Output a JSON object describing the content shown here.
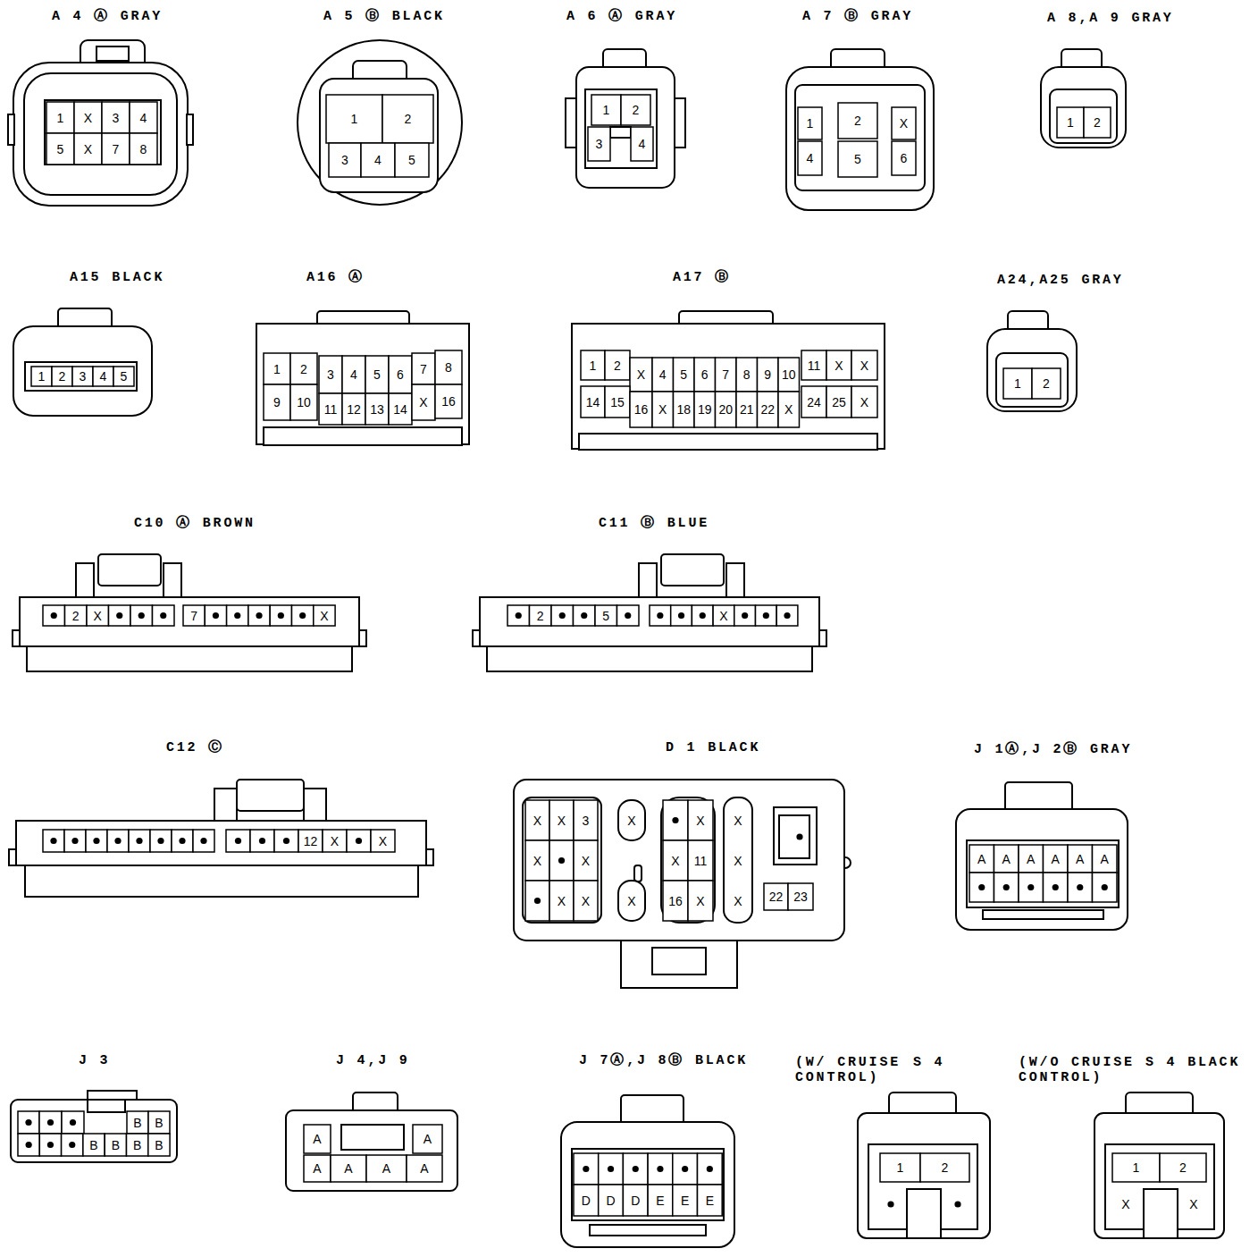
{
  "diagram": {
    "nodes": [
      {
        "text": [
          "A 4 Ⓐ GRAY",
          "1",
          "X",
          "3",
          "4",
          "5",
          "X",
          "7",
          "8"
        ]
      },
      {
        "text": [
          "A 5 Ⓑ BLACK",
          "1",
          "2",
          "3",
          "4",
          "5"
        ]
      },
      {
        "text": [
          "A 6 Ⓐ GRAY",
          "1",
          "2",
          "3",
          "4"
        ]
      },
      {
        "text": [
          "A 7 Ⓑ GRAY",
          "1",
          "2",
          "X",
          "4",
          "5",
          "6"
        ]
      },
      {
        "text": [
          "A 8,A 9 GRAY",
          "1",
          "2"
        ]
      },
      {
        "text": [
          "A15 BLACK",
          "1",
          "2",
          "3",
          "4",
          "5"
        ]
      },
      {
        "text": [
          "A16 Ⓐ",
          "1",
          "2",
          "3",
          "4",
          "5",
          "6",
          "7",
          "8",
          "9",
          "10",
          "11",
          "12",
          "13",
          "14",
          "X",
          "16"
        ]
      },
      {
        "text": [
          "A17 Ⓑ",
          "1",
          "2",
          "X",
          "4",
          "5",
          "6",
          "7",
          "8",
          "9",
          "10",
          "11",
          "X",
          "X",
          "14",
          "15",
          "16",
          "X",
          "18",
          "19",
          "20",
          "21",
          "22",
          "X",
          "24",
          "25",
          "X"
        ]
      },
      {
        "text": [
          "A24,A25 GRAY",
          "1",
          "2"
        ]
      },
      {
        "text": [
          "C10 Ⓐ BROWN",
          "2",
          "X",
          "7",
          "X"
        ]
      },
      {
        "text": [
          "C11 Ⓑ BLUE",
          "2",
          "5",
          "X"
        ]
      },
      {
        "text": [
          "C12 Ⓒ",
          "12",
          "X",
          "X"
        ]
      },
      {
        "text": [
          "D 1 BLACK",
          "X",
          "X",
          "3",
          "X",
          "X",
          "X",
          "X",
          "X",
          "X",
          "X",
          "X",
          "11",
          "16",
          "X",
          "X",
          "X",
          "X",
          "22",
          "23"
        ]
      },
      {
        "text": [
          "J 1Ⓐ,J 2Ⓑ GRAY",
          "A",
          "A",
          "A",
          "A",
          "A",
          "A"
        ]
      },
      {
        "text": [
          "J 3",
          "B",
          "B",
          "B",
          "B",
          "B",
          "B"
        ]
      },
      {
        "text": [
          "J 4,J 9",
          "A",
          "A",
          "A",
          "A",
          "A",
          "A"
        ]
      },
      {
        "text": [
          "J 7Ⓐ,J 8Ⓑ BLACK",
          "D",
          "D",
          "D",
          "E",
          "E",
          "E"
        ]
      },
      {
        "text": [
          "(W/ CRUISE CONTROL)",
          "S 4",
          "1",
          "2"
        ]
      },
      {
        "text": [
          "(W/O CRUISE CONTROL)",
          "S 4 BLACK",
          "1",
          "2",
          "X",
          "X"
        ]
      }
    ]
  }
}
